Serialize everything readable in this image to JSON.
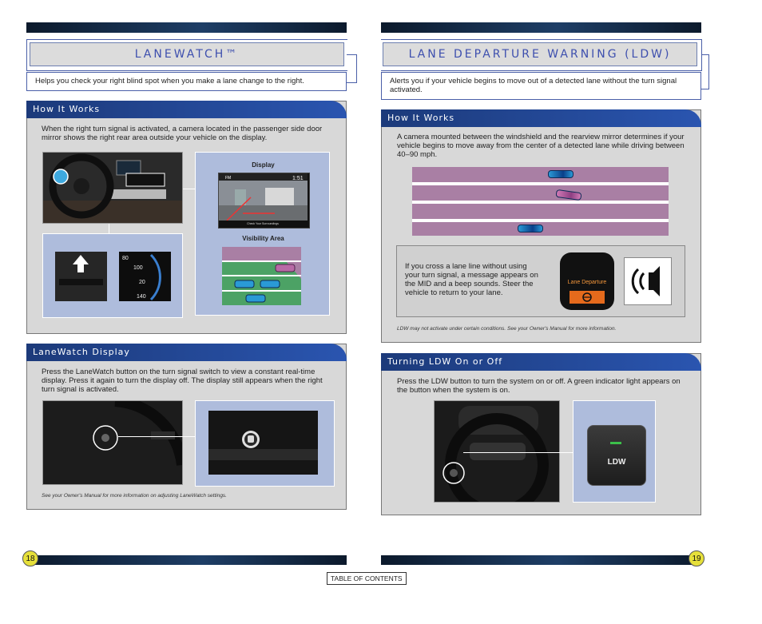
{
  "left_page": {
    "title": "LANEWATCH™",
    "intro": "Helps you check your right blind spot when you make a lane change to the right.",
    "how_it_works": {
      "heading": "How It Works",
      "text": "When the right turn signal is activated, a camera located in the passenger side door mirror shows the right rear area outside your vehicle on the display.",
      "display_label": "Display",
      "visibility_label": "Visibility Area",
      "screen_time": "1:51",
      "screen_fm": "FM",
      "screen_caption": "Check Your Surroundings"
    },
    "lanewatch_display": {
      "heading": "LaneWatch Display",
      "text": "Press the LaneWatch button on the turn signal switch to view a constant real-time display. Press it again to turn the display off. The display still appears when the right turn signal is activated.",
      "note": "See your Owner's Manual for more information on adjusting LaneWatch settings."
    },
    "page_number": "18"
  },
  "right_page": {
    "title": "LANE DEPARTURE WARNING (LDW)",
    "intro": "Alerts you if your vehicle begins to move out of a detected lane without the turn signal activated.",
    "how_it_works": {
      "heading": "How It Works",
      "text": "A camera mounted between the windshield and the rearview mirror determines if your vehicle begins to move away from the center of a detected lane while driving between 40–90 mph.",
      "cross_text": "If you cross a lane line without using your turn signal, a message appears on the MID and a beep sounds. Steer the vehicle to return to your lane.",
      "mid_message": "Lane Departure",
      "note": "LDW may not activate under certain conditions. See your Owner's Manual for more information."
    },
    "turning": {
      "heading": "Turning LDW On or Off",
      "text": "Press the LDW button to turn the system on or off. A green indicator light appears on the button when the system is on.",
      "button_label": "LDW"
    },
    "page_number": "19"
  },
  "toc_label": "TABLE OF CONTENTS",
  "colors": {
    "title_text": "#3d4fae",
    "section_header": "#2a55b0",
    "lane": "#a97fa4",
    "page_badge": "#e6e03a",
    "alert_orange": "#e56a1c"
  }
}
